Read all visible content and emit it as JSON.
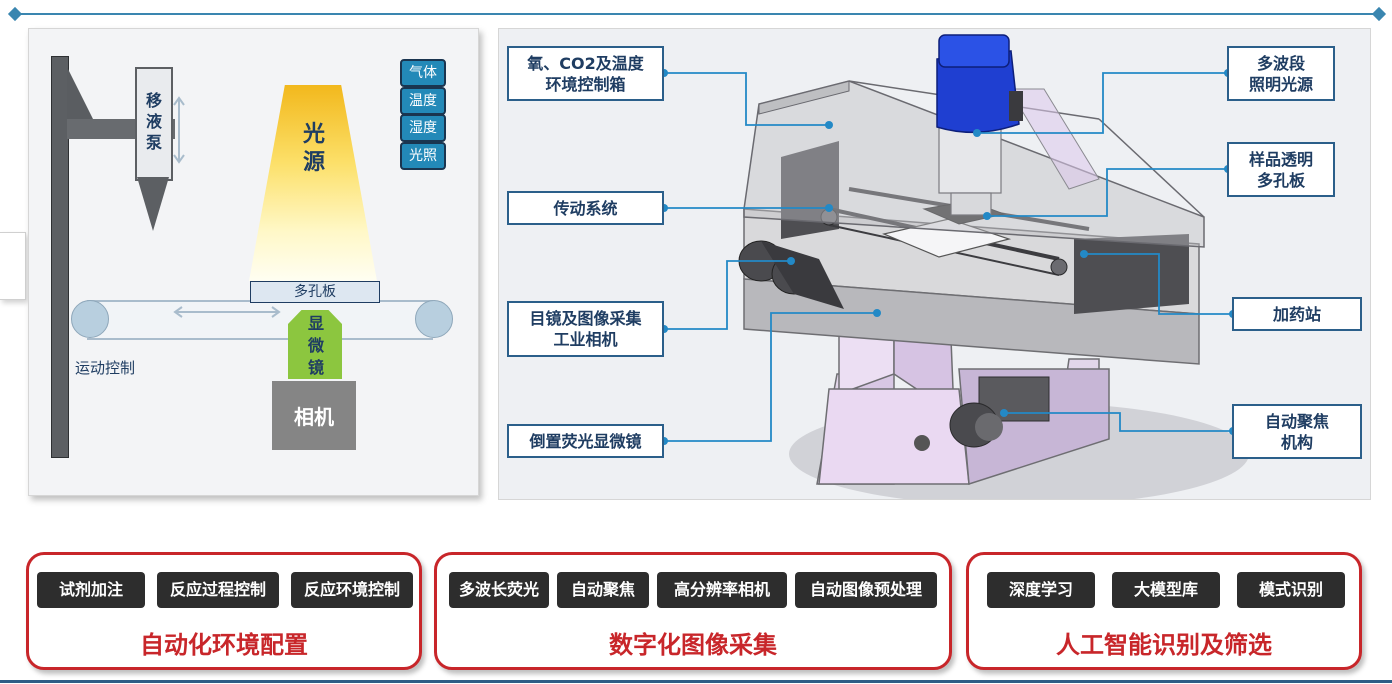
{
  "left_diagram": {
    "pump_label": "移液泵",
    "light_label": "光源",
    "env_tags": [
      "气体",
      "温度",
      "湿度",
      "光照"
    ],
    "plate_label": "多孔板",
    "motion_label": "运动控制",
    "scope_label": "显微镜",
    "camera_label": "相机"
  },
  "device_callouts": {
    "env_chamber": "氧、CO2及温度\n环境控制箱",
    "light_source": "多波段\n照明光源",
    "sample_plate": "样品透明\n多孔板",
    "transmission": "传动系统",
    "dosing_station": "加药站",
    "eyepiece_camera": "目镜及图像采集\n工业相机",
    "inverted_microscope": "倒置荧光显微镜",
    "autofocus": "自动聚焦\n机构"
  },
  "groups": [
    {
      "title": "自动化环境配置",
      "items": [
        "试剂加注",
        "反应过程控制",
        "反应环境控制"
      ]
    },
    {
      "title": "数字化图像采集",
      "items": [
        "多波长荧光",
        "自动聚焦",
        "高分辨率相机",
        "自动图像预处理"
      ]
    },
    {
      "title": "人工智能识别及筛选",
      "items": [
        "深度学习",
        "大模型库",
        "模式识别"
      ]
    }
  ],
  "colors": {
    "accent_blue": "#3a86b0",
    "callout_border": "#2b5f8a",
    "group_red": "#c8262a",
    "pill_dark": "#2d2d2d",
    "scope_green": "#8cc63f",
    "env_tag_blue": "#2389b8"
  }
}
